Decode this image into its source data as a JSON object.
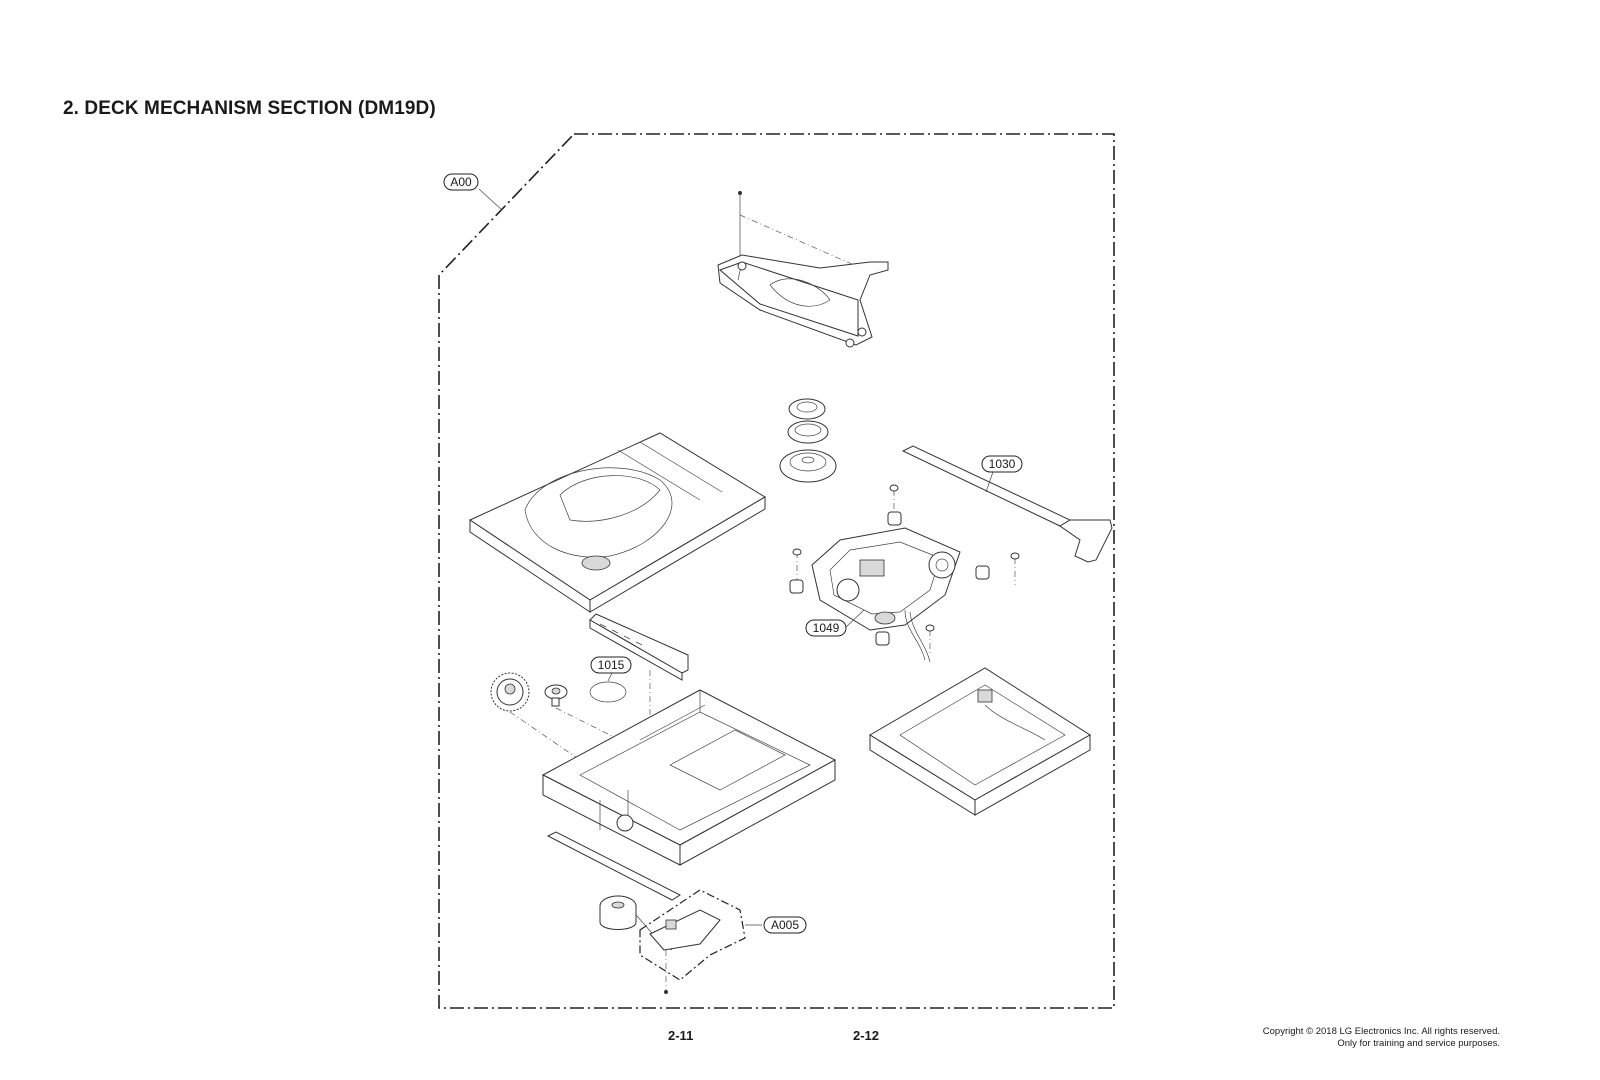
{
  "section_title": "2. DECK MECHANISM SECTION (DM19D)",
  "callouts": {
    "a00": "A00",
    "c1030": "1030",
    "c1049": "1049",
    "c1015": "1015",
    "a005": "A005"
  },
  "pages": {
    "left": "2-11",
    "right": "2-12"
  },
  "copyright": {
    "line1": "Copyright © 2018 LG Electronics Inc. All rights reserved.",
    "line2": "Only for training and service purposes."
  }
}
